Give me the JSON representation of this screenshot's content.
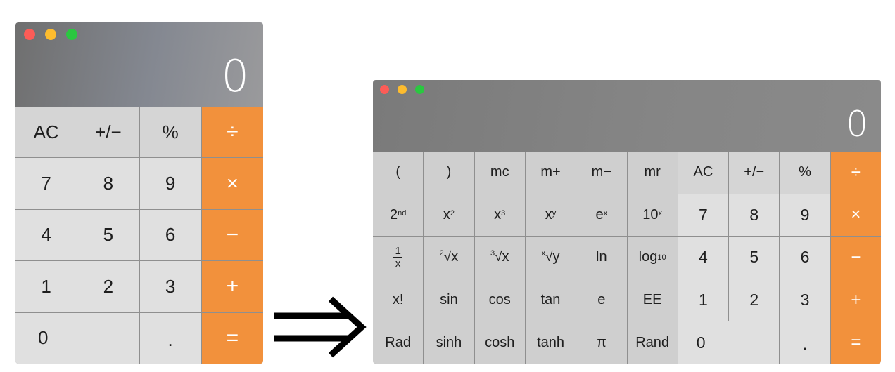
{
  "basic": {
    "display": "0",
    "keys": {
      "ac": "AC",
      "plus_minus": "+/−",
      "percent": "%",
      "divide": "÷",
      "seven": "7",
      "eight": "8",
      "nine": "9",
      "multiply": "×",
      "four": "4",
      "five": "5",
      "six": "6",
      "minus": "−",
      "one": "1",
      "two": "2",
      "three": "3",
      "plus": "+",
      "zero": "0",
      "decimal": ".",
      "equals": "="
    }
  },
  "scientific": {
    "display": "0",
    "keys": {
      "open_paren": "(",
      "close_paren": ")",
      "mc": "mc",
      "m_plus": "m+",
      "m_minus": "m−",
      "mr": "mr",
      "ac": "AC",
      "plus_minus": "+/−",
      "percent": "%",
      "divide": "÷",
      "second_base": "2",
      "second_sup": "nd",
      "x2_base": "x",
      "x2_sup": "2",
      "x3_base": "x",
      "x3_sup": "3",
      "xy_base": "x",
      "xy_sup": "y",
      "ex_base": "e",
      "ex_sup": "x",
      "tenx_base": "10",
      "tenx_sup": "x",
      "seven": "7",
      "eight": "8",
      "nine": "9",
      "multiply": "×",
      "recip_num": "1",
      "recip_den": "x",
      "sqrt_index": "2",
      "sqrt_radicand": "x",
      "cbrt_index": "3",
      "cbrt_radicand": "x",
      "yroot_index": "x",
      "yroot_radicand": "y",
      "radical": "√",
      "ln": "ln",
      "log_base": "log",
      "log_sub": "10",
      "four": "4",
      "five": "5",
      "six": "6",
      "minus": "−",
      "factorial": "x!",
      "sin": "sin",
      "cos": "cos",
      "tan": "tan",
      "e": "e",
      "ee": "EE",
      "one": "1",
      "two": "2",
      "three": "3",
      "plus": "+",
      "rad": "Rad",
      "sinh": "sinh",
      "cosh": "cosh",
      "tanh": "tanh",
      "pi": "π",
      "rand": "Rand",
      "zero": "0",
      "decimal": ".",
      "equals": "="
    }
  },
  "colors": {
    "operator": "#f2913c",
    "close": "#fc5c57",
    "minimize": "#fdbc2e",
    "zoom": "#2ac840"
  }
}
